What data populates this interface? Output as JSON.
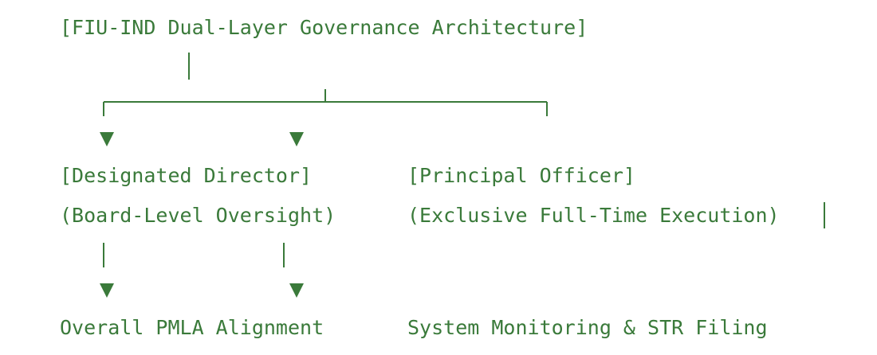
{
  "diagram": {
    "title": "[FIU-IND Dual-Layer Governance Architecture]",
    "designated_director": {
      "label": "[Designated Director]",
      "role": "(Board-Level Oversight)",
      "output": "Overall PMLA Alignment"
    },
    "principal_officer": {
      "label": "[Principal Officer]",
      "role": "(Exclusive Full-Time Execution)",
      "output": "System Monitoring & STR Filing"
    },
    "colors": {
      "text": "#3a7a3a",
      "line": "#3a7a3a"
    }
  }
}
